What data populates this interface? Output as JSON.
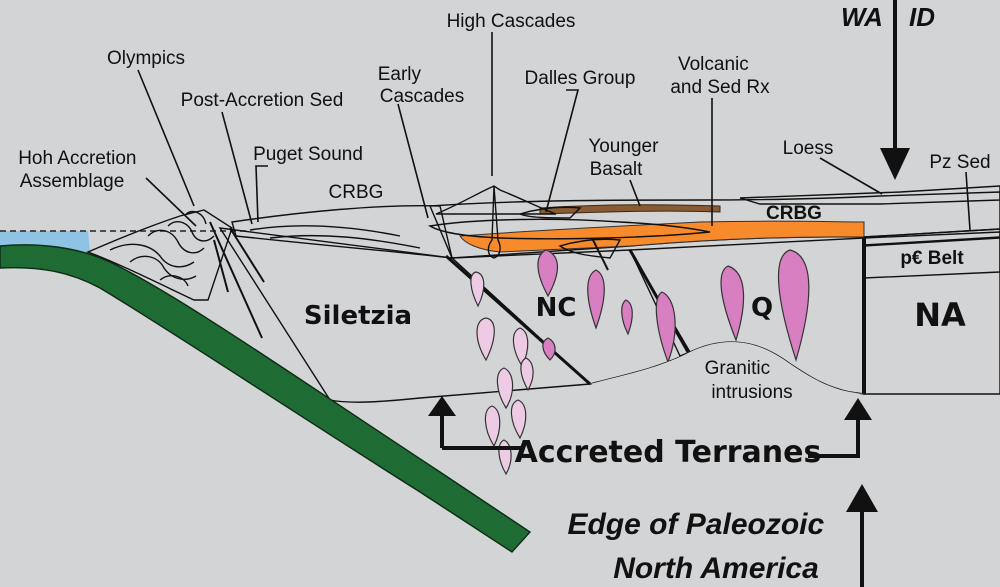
{
  "labels": {
    "wa": "WA",
    "id": "ID",
    "high_cascades": "High Cascades",
    "olympics": "Olympics",
    "early_cascades": [
      "Early",
      "Cascades"
    ],
    "dalles_group": "Dalles Group",
    "volcanic_sed_rx": [
      "Volcanic",
      "and Sed Rx"
    ],
    "post_accretion_sed": "Post-Accretion Sed",
    "younger_basalt": [
      "Younger",
      "Basalt"
    ],
    "hoh_accretion": [
      "Hoh Accretion",
      "Assemblage"
    ],
    "puget_sound": "Puget Sound",
    "loess": "Loess",
    "pz_sed": "Pz Sed",
    "crbg_west": "CRBG",
    "crbg_east": "CRBG",
    "pc_belt": "p€ Belt",
    "siletzia": "Siletzia",
    "nc": "NC",
    "q": "Q",
    "na": "NA",
    "granitic_intrusions": [
      "Granitic",
      "intrusions"
    ],
    "accreted_terranes": "Accreted Terranes",
    "edge_paleozoic": [
      "Edge of Paleozoic",
      "North America"
    ]
  },
  "colors": {
    "background": "#d3d4d6",
    "ocean": "#8ec3e4",
    "slab": "#1e6b34",
    "hoh": "#f2ea6a",
    "siletzia": "#c59cf5",
    "nc": "#88b84a",
    "q": "#ddc97a",
    "na": "#b57a2b",
    "crbg": "#d2aa86",
    "orange_band": "#f78a2a",
    "lake": "#9fd6f0",
    "blue_strip": "#2d68c4",
    "pc_belt": "#5fa06a",
    "loess": "#f4eb9a",
    "basalt": "#8a5a32",
    "dalles": "#9ed86a",
    "volcano": "#e8c1e8"
  }
}
